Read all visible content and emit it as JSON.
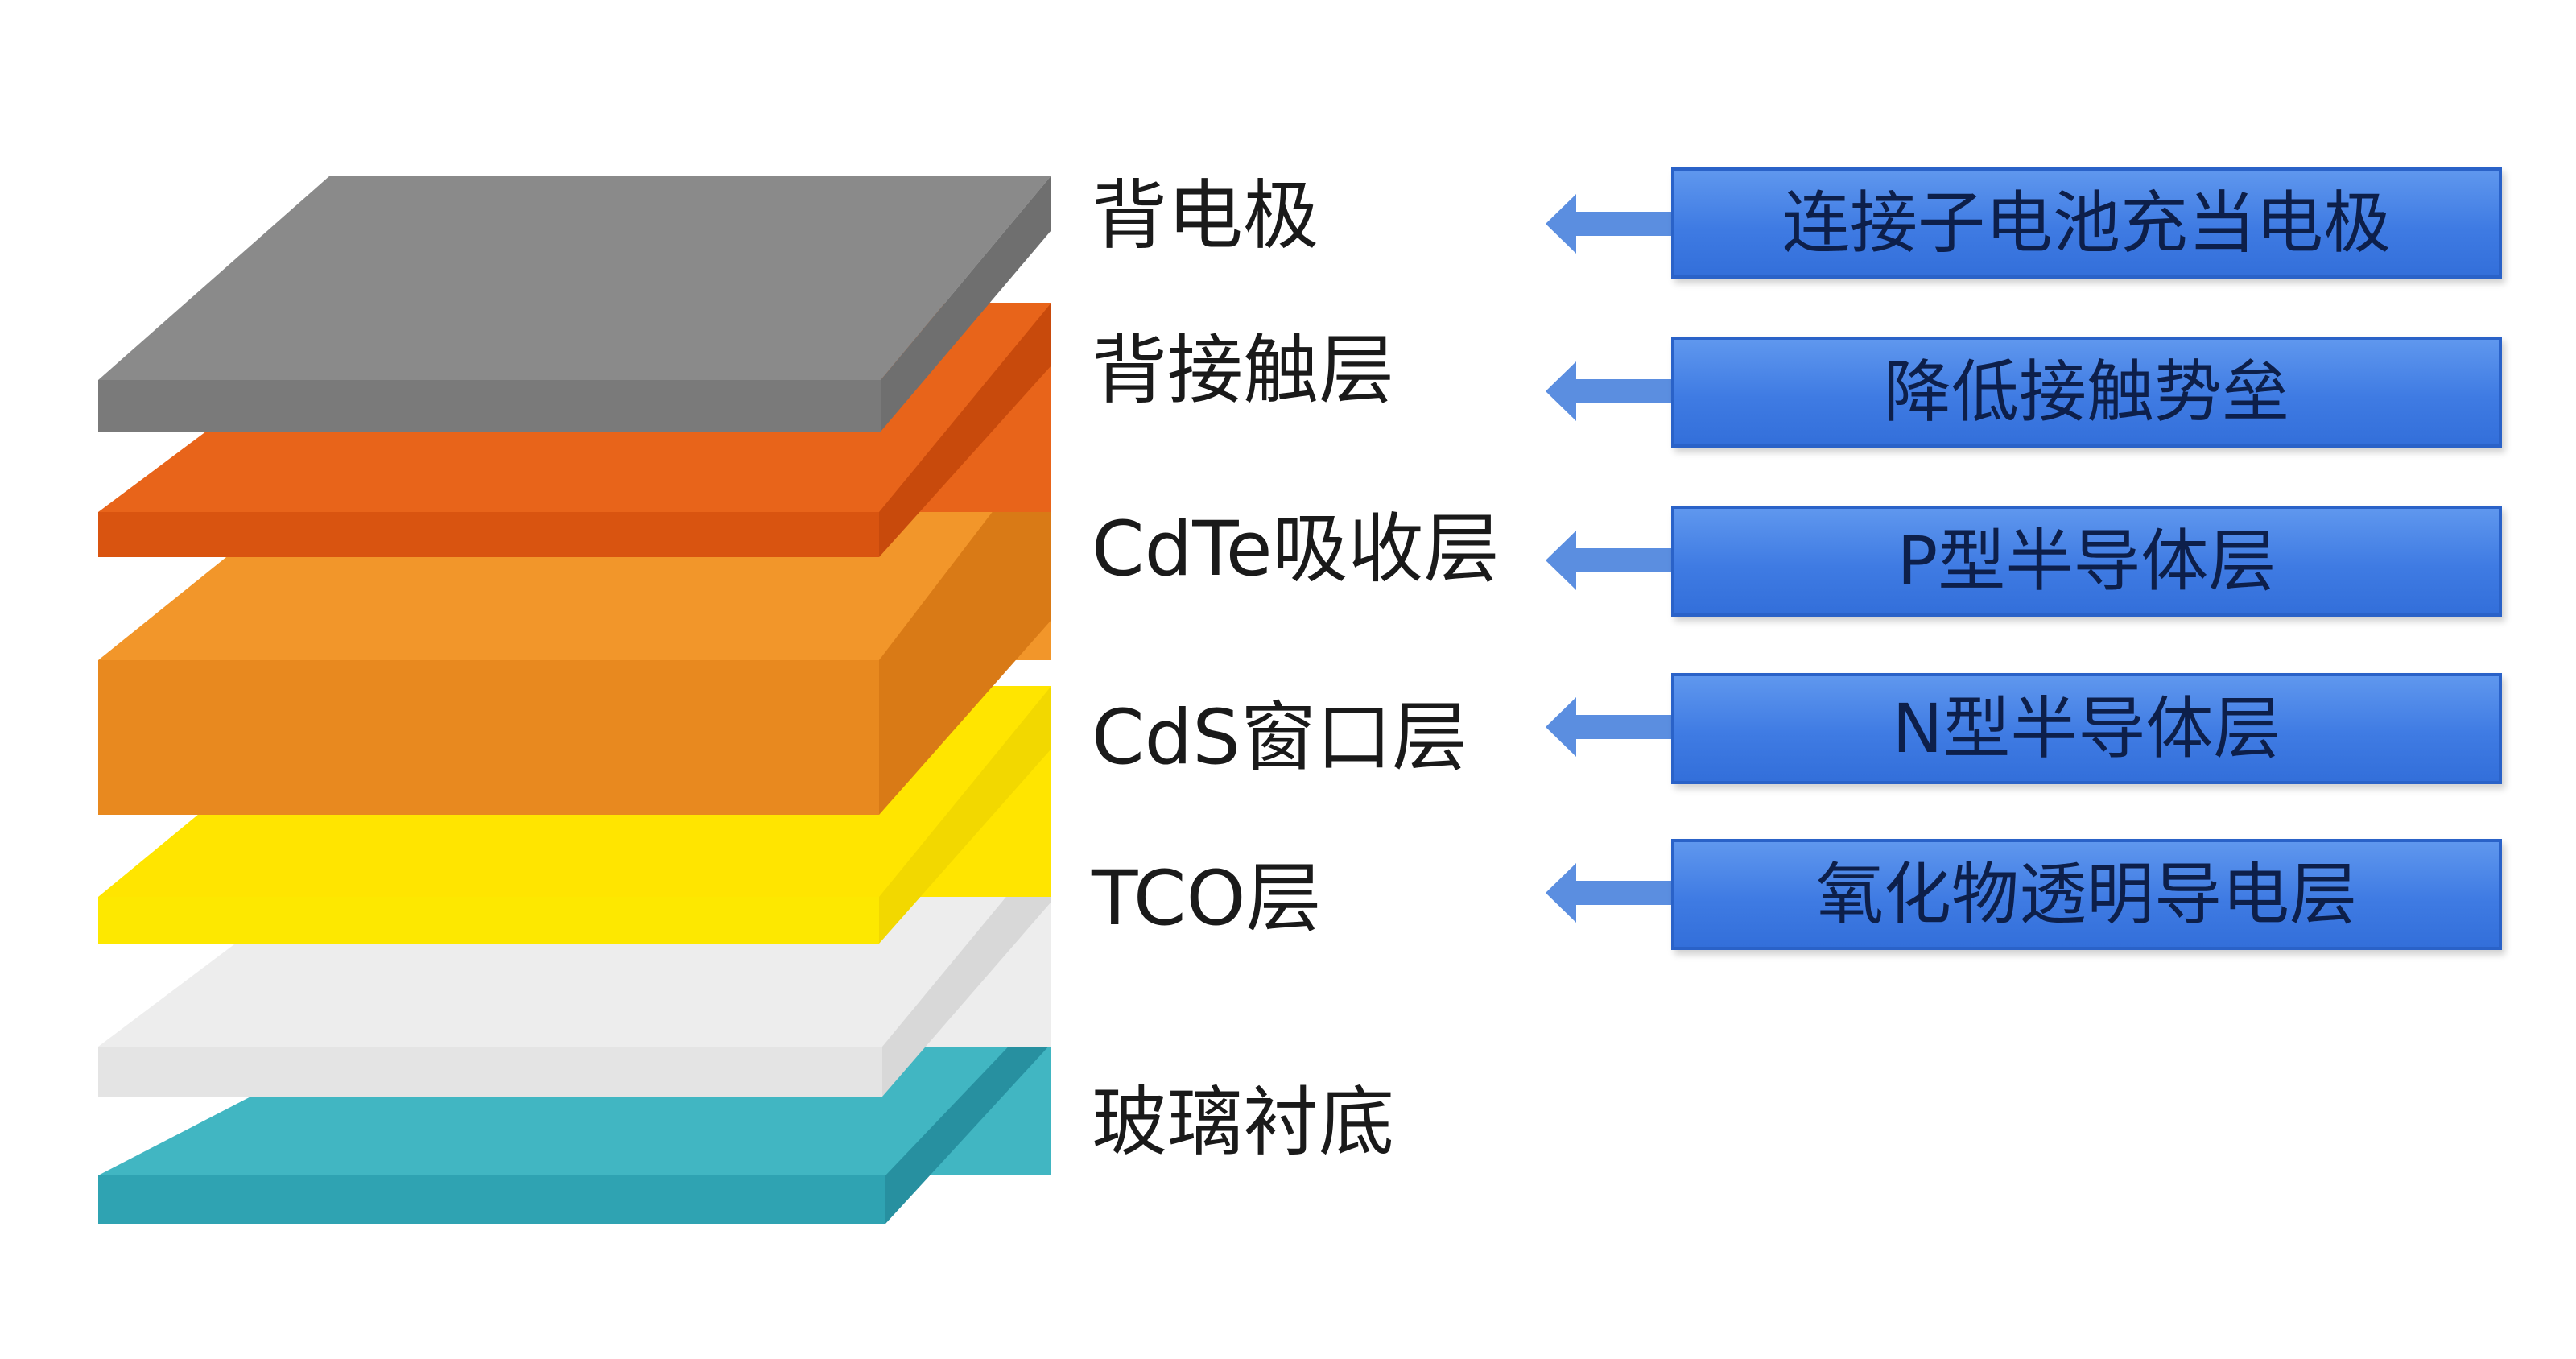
{
  "layers": [
    {
      "label": "背电极",
      "description": "连接子电池充当电极",
      "top": "#8a8a8a",
      "front": "#7a7a7a",
      "side": "#6f6f6f"
    },
    {
      "label": "背接触层",
      "description": "降低接触势垒",
      "top": "#e8641a",
      "front": "#d95410",
      "side": "#c84a0c"
    },
    {
      "label": "CdTe吸收层",
      "description": "P型半导体层",
      "top": "#f2962a",
      "front": "#e8891f",
      "side": "#d97a16"
    },
    {
      "label": "CdS窗口层",
      "description": "N型半导体层",
      "top": "#ffe500",
      "front": "#fde800",
      "side": "#f2d800"
    },
    {
      "label": "TCO层",
      "description": "氧化物透明导电层",
      "top": "#ededed",
      "front": "#e4e4e4",
      "side": "#d8d8d8"
    },
    {
      "label": "玻璃衬底",
      "top": "#41b6c2",
      "front": "#2fa3b2",
      "side": "#2790a0"
    }
  ],
  "colors": {
    "arrow": "#5b8ee0",
    "box": "#3f7be3",
    "box_text": "#0d1f4a",
    "label_text": "#1a1a1a"
  }
}
